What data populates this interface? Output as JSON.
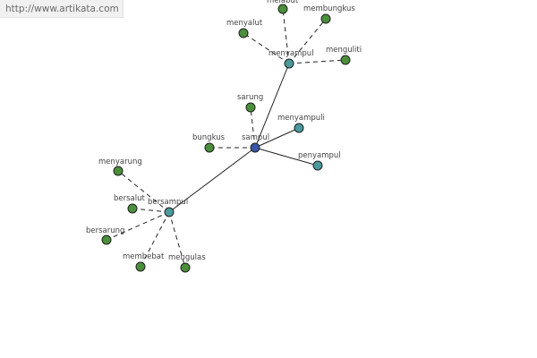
{
  "watermark": "http://www.artikata.com",
  "colors": {
    "root": "#3a55a6",
    "hub": "#4a9a9c",
    "leaf": "#4b8f3c",
    "edge": "#222222"
  },
  "graph": {
    "nodes": [
      {
        "id": "sampul",
        "label": "sampul",
        "kind": "root"
      },
      {
        "id": "menyampul",
        "label": "menyampul",
        "kind": "hub"
      },
      {
        "id": "bersampul",
        "label": "bersampul",
        "kind": "hub"
      },
      {
        "id": "menyampuli",
        "label": "menyampuli",
        "kind": "hub"
      },
      {
        "id": "penyampul",
        "label": "penyampul",
        "kind": "hub"
      },
      {
        "id": "sarung",
        "label": "sarung",
        "kind": "leaf"
      },
      {
        "id": "bungkus",
        "label": "bungkus",
        "kind": "leaf"
      },
      {
        "id": "menyalut",
        "label": "menyalut",
        "kind": "leaf"
      },
      {
        "id": "melabut",
        "label": "melabut",
        "kind": "leaf"
      },
      {
        "id": "membungkus",
        "label": "membungkus",
        "kind": "leaf"
      },
      {
        "id": "menguliti",
        "label": "menguliti",
        "kind": "leaf"
      },
      {
        "id": "menyarung",
        "label": "menyarung",
        "kind": "leaf"
      },
      {
        "id": "bersalut",
        "label": "bersalut",
        "kind": "leaf"
      },
      {
        "id": "bersarung",
        "label": "bersarung",
        "kind": "leaf"
      },
      {
        "id": "membebat",
        "label": "membebat",
        "kind": "leaf"
      },
      {
        "id": "mengulas",
        "label": "mengulas",
        "kind": "leaf"
      }
    ],
    "edges": [
      {
        "from": "sampul",
        "to": "menyampul",
        "style": "solid"
      },
      {
        "from": "sampul",
        "to": "bersampul",
        "style": "solid"
      },
      {
        "from": "sampul",
        "to": "menyampuli",
        "style": "solid"
      },
      {
        "from": "sampul",
        "to": "penyampul",
        "style": "solid"
      },
      {
        "from": "sampul",
        "to": "sarung",
        "style": "dashed"
      },
      {
        "from": "sampul",
        "to": "bungkus",
        "style": "dashed"
      },
      {
        "from": "menyampul",
        "to": "menyalut",
        "style": "dashed"
      },
      {
        "from": "menyampul",
        "to": "melabut",
        "style": "dashed"
      },
      {
        "from": "menyampul",
        "to": "membungkus",
        "style": "dashed"
      },
      {
        "from": "menyampul",
        "to": "menguliti",
        "style": "dashed"
      },
      {
        "from": "bersampul",
        "to": "menyarung",
        "style": "dashed"
      },
      {
        "from": "bersampul",
        "to": "bersalut",
        "style": "dashed"
      },
      {
        "from": "bersampul",
        "to": "bersarung",
        "style": "dashed"
      },
      {
        "from": "bersampul",
        "to": "membebat",
        "style": "dashed"
      },
      {
        "from": "bersampul",
        "to": "mengulas",
        "style": "dashed"
      }
    ]
  }
}
